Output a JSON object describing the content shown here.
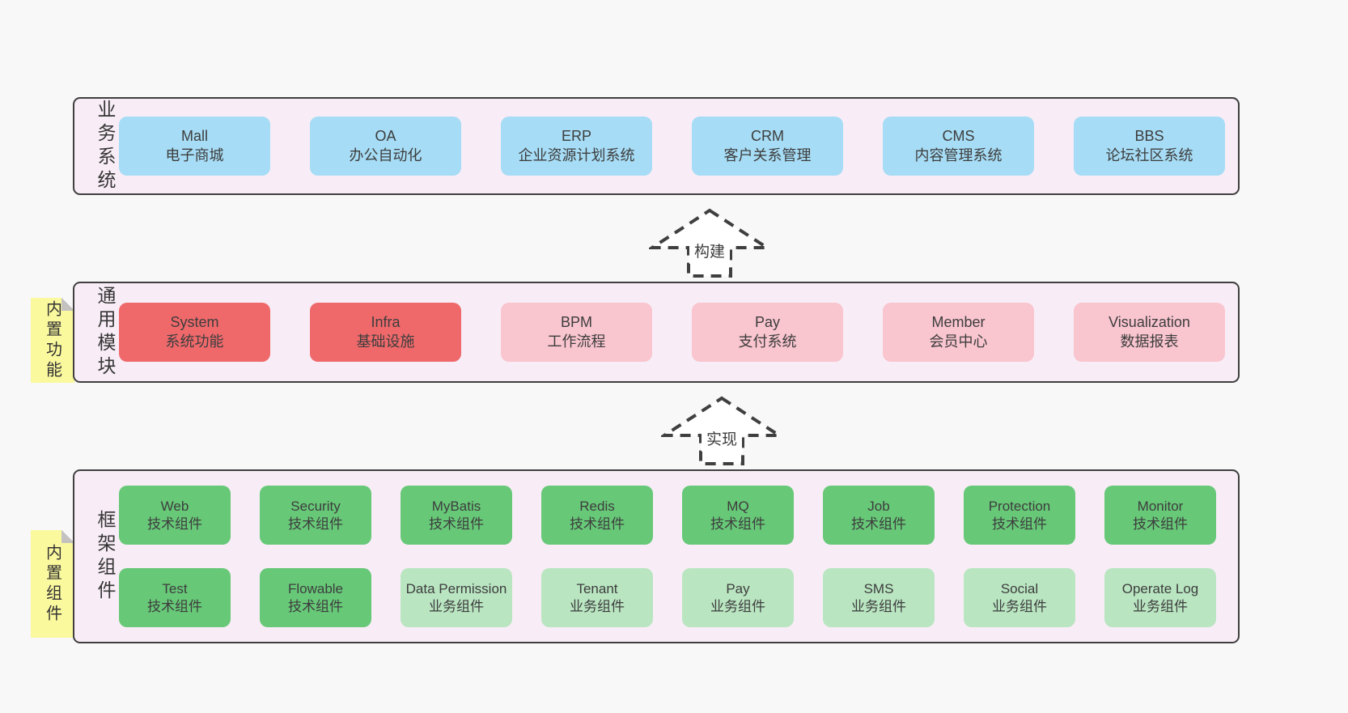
{
  "colors": {
    "page_bg": "#f8f8f8",
    "panel_bg": "#f8edf6",
    "panel_border": "#3f3f3f",
    "box_blue": "#a6dcf5",
    "box_red": "#ef696b",
    "box_pink": "#f9c5cf",
    "box_green": "#67c878",
    "box_green_light": "#b9e5c1",
    "sticky_yellow": "#fbf99e",
    "sticky_fold_gray": "#c4c2c1",
    "text": "#3d3d3d"
  },
  "arrows": [
    {
      "label": "构建"
    },
    {
      "label": "实现"
    }
  ],
  "layers": [
    {
      "label": "业务系统",
      "rows": [
        [
          {
            "title": "Mall",
            "subtitle": "电子商城"
          },
          {
            "title": "OA",
            "subtitle": "办公自动化"
          },
          {
            "title": "ERP",
            "subtitle": "企业资源计划系统"
          },
          {
            "title": "CRM",
            "subtitle": "客户关系管理"
          },
          {
            "title": "CMS",
            "subtitle": "内容管理系统"
          },
          {
            "title": "BBS",
            "subtitle": "论坛社区系统"
          }
        ]
      ]
    },
    {
      "label": "通用模块",
      "sticky": "内置功能",
      "rows": [
        [
          {
            "title": "System",
            "subtitle": "系统功能"
          },
          {
            "title": "Infra",
            "subtitle": "基础设施"
          },
          {
            "title": "BPM",
            "subtitle": "工作流程"
          },
          {
            "title": "Pay",
            "subtitle": "支付系统"
          },
          {
            "title": "Member",
            "subtitle": "会员中心"
          },
          {
            "title": "Visualization",
            "subtitle": "数据报表"
          }
        ]
      ]
    },
    {
      "label": "框架组件",
      "sticky": "内置组件",
      "rows": [
        [
          {
            "title": "Web",
            "subtitle": "技术组件"
          },
          {
            "title": "Security",
            "subtitle": "技术组件"
          },
          {
            "title": "MyBatis",
            "subtitle": "技术组件"
          },
          {
            "title": "Redis",
            "subtitle": "技术组件"
          },
          {
            "title": "MQ",
            "subtitle": "技术组件"
          },
          {
            "title": "Job",
            "subtitle": "技术组件"
          },
          {
            "title": "Protection",
            "subtitle": "技术组件"
          },
          {
            "title": "Monitor",
            "subtitle": "技术组件"
          }
        ],
        [
          {
            "title": "Test",
            "subtitle": "技术组件"
          },
          {
            "title": "Flowable",
            "subtitle": "技术组件"
          },
          {
            "title": "Data Permission",
            "subtitle": "业务组件"
          },
          {
            "title": "Tenant",
            "subtitle": "业务组件"
          },
          {
            "title": "Pay",
            "subtitle": "业务组件"
          },
          {
            "title": "SMS",
            "subtitle": "业务组件"
          },
          {
            "title": "Social",
            "subtitle": "业务组件"
          },
          {
            "title": "Operate Log",
            "subtitle": "业务组件"
          }
        ]
      ]
    }
  ]
}
